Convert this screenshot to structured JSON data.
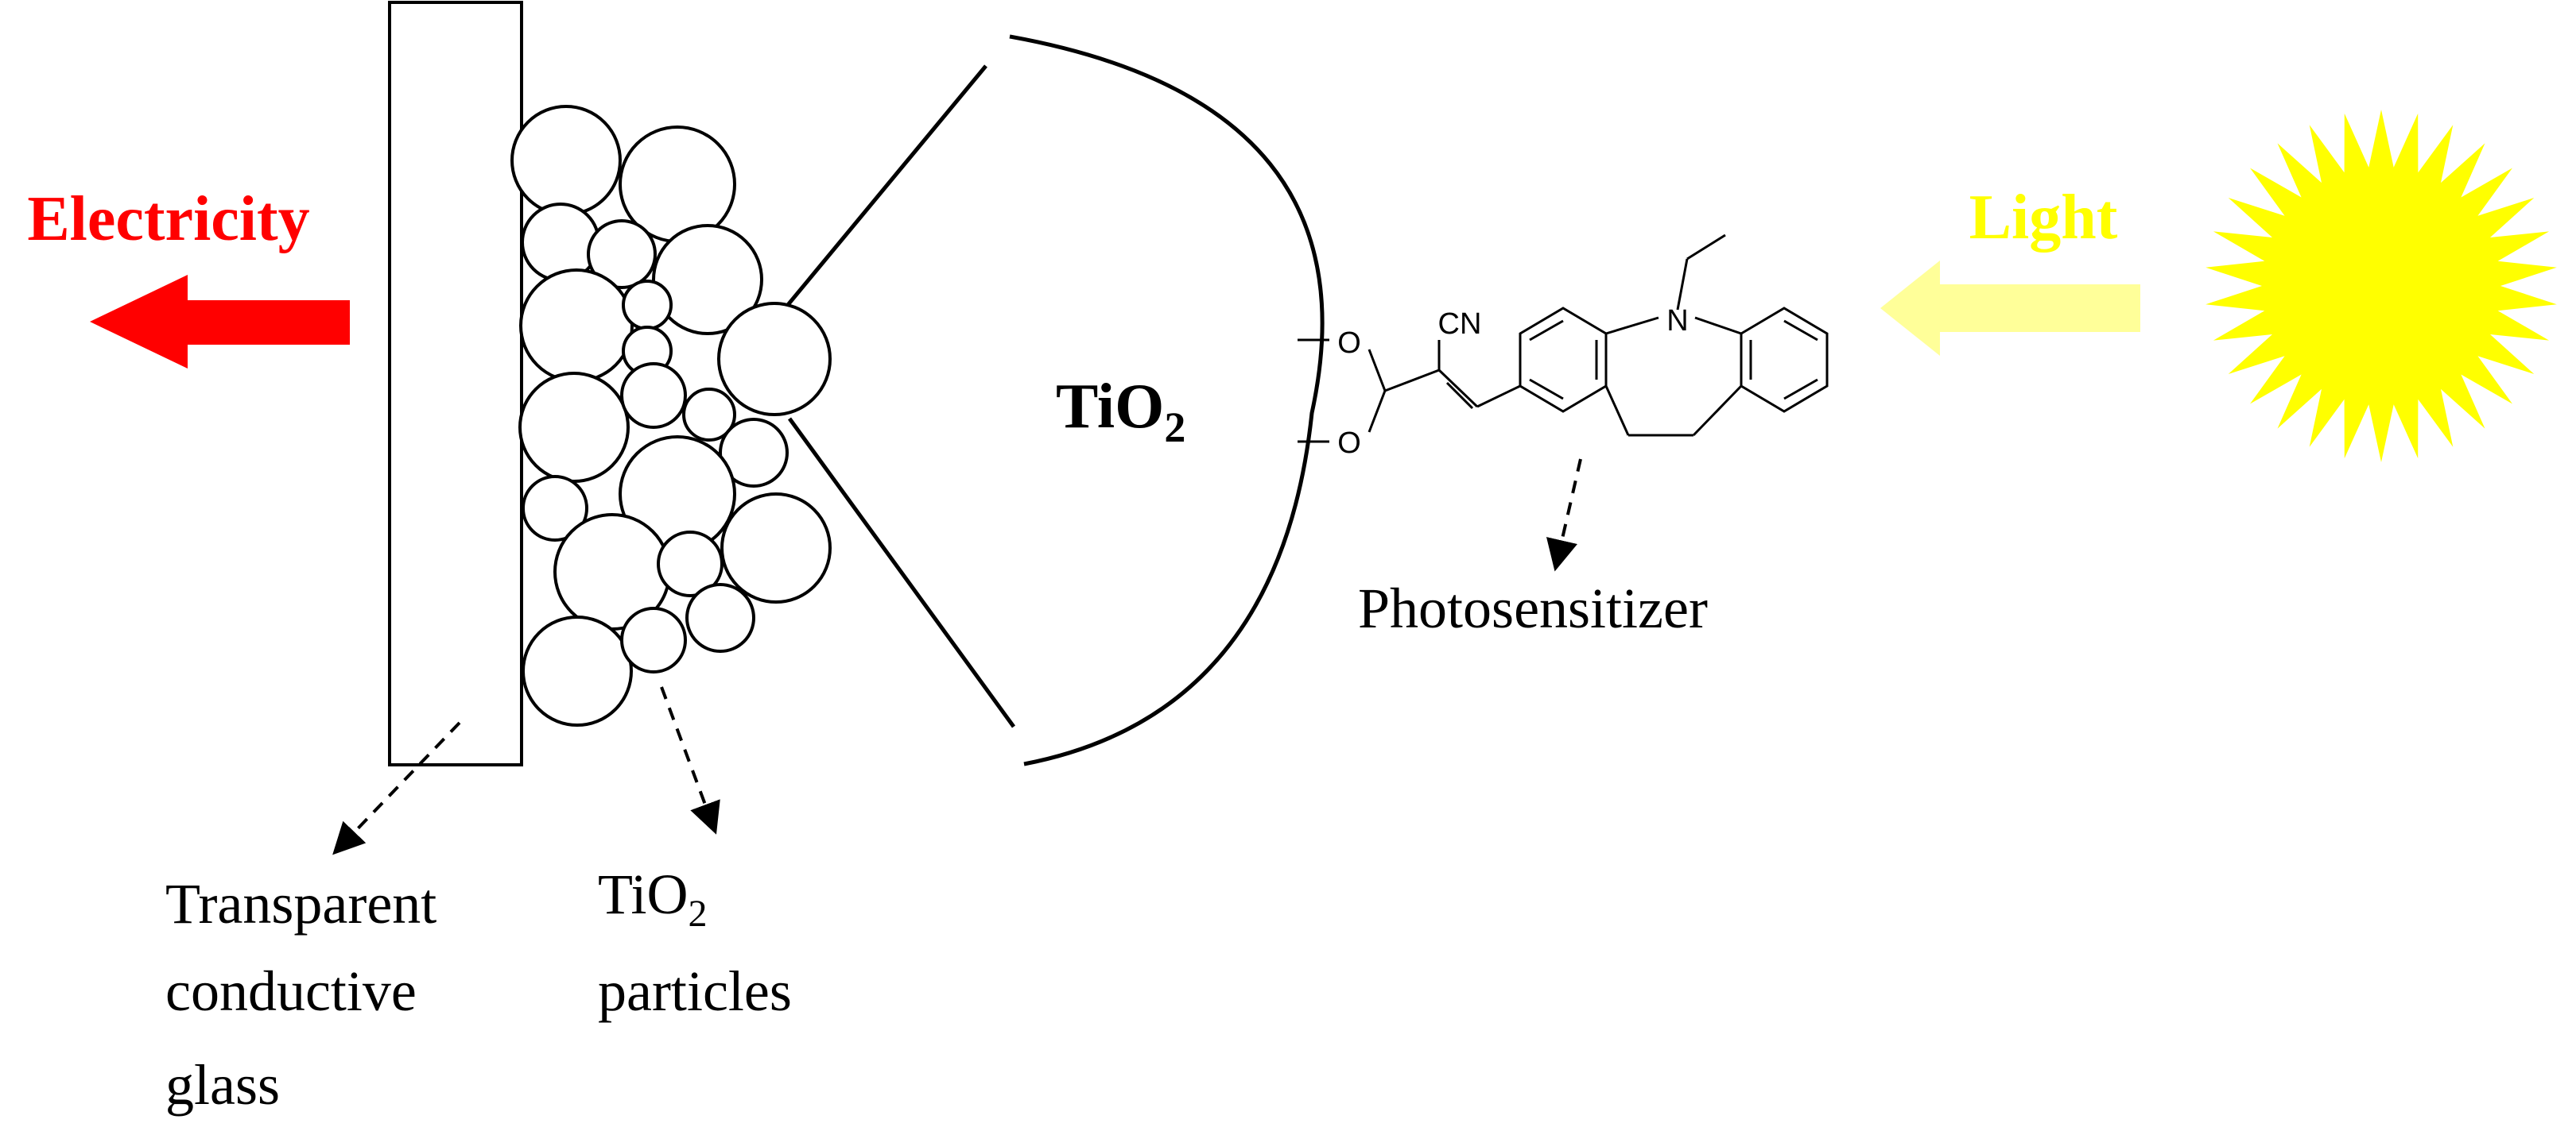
{
  "labels": {
    "electricity": "Electricity",
    "light": "Light",
    "tio2_main": "TiO",
    "tio2_main_sub": "2",
    "photosensitizer": "Photosensitizer",
    "glass_line1": "Transparent",
    "glass_line2": "conductive",
    "glass_line3": "glass",
    "particles_line1": "TiO",
    "particles_line1_sub": "2",
    "particles_line2": "particles"
  },
  "molecule": {
    "atom_o_top": "O",
    "atom_o_bottom": "O",
    "atom_cn": "CN",
    "atom_n": "N"
  },
  "colors": {
    "electricity": "#ff0000",
    "light": "#ffff00",
    "light_arrow": "#ffff99",
    "sun": "#ffff00",
    "line": "#000000"
  }
}
